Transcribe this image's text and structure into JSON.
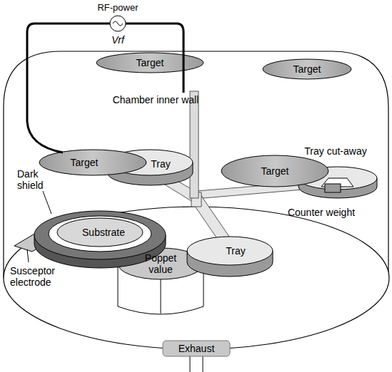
{
  "diagram": {
    "labels": [
      "RF-power",
      "Vrf",
      "Target",
      "Target",
      "Chamber inner wall",
      "Target",
      "Tray",
      "Tray cut-away",
      "Target",
      "Dark shield",
      "Substrate",
      "Counter weight",
      "Susceptor electrode",
      "Poppet value",
      "Tray",
      "Exhaust"
    ]
  }
}
